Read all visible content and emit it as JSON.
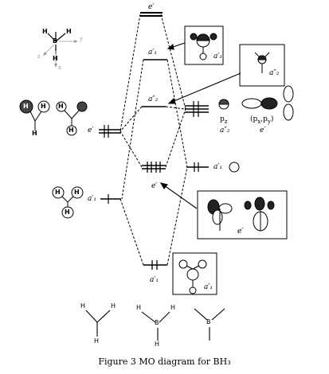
{
  "figure": {
    "caption": "Figure 3 MO diagram for BH₃"
  },
  "axes_inset": {
    "atom_b": "B",
    "atom_h_top_left": "H",
    "atom_h_top_right": "H",
    "atom_h_bottom": "H",
    "axis_y": "y",
    "axis_z": "z",
    "axis_x": "x"
  },
  "h3_fragment": {
    "atoms": [
      "H",
      "H",
      "H"
    ],
    "upper_orbital_label": "e′",
    "lower_orbital_label": "a′₁"
  },
  "mo_levels": {
    "top_label": "e′",
    "a1_upper_label": "a′₁",
    "a2_label": "a″₂",
    "e_bonding_label": "e′",
    "a1_bonding_label": "a′₁"
  },
  "boron_orbitals": {
    "p_z_label": "p",
    "p_z_sub": "z",
    "a2_label": "a″₂",
    "pxpy_label": "(p",
    "pxpy_x": "x",
    "pxpy_sep": ",p",
    "pxpy_y": "y",
    "pxpy_close": ")",
    "e_label": "e′",
    "s_label": "a′₁"
  },
  "insets": {
    "a1_upper_inset_label": "a′₁",
    "a2_inset_label": "a″₂",
    "e_inset_label": "e′",
    "a1_lower_inset_label": "a′₁"
  },
  "structures": {
    "h3_h_left": "H",
    "h3_h_right": "H",
    "h3_h_bottom": "H",
    "bh3_b": "B",
    "bh3_h_left": "H",
    "bh3_h_right": "H",
    "bh3_h_bottom": "H",
    "b_skeleton": "B"
  }
}
